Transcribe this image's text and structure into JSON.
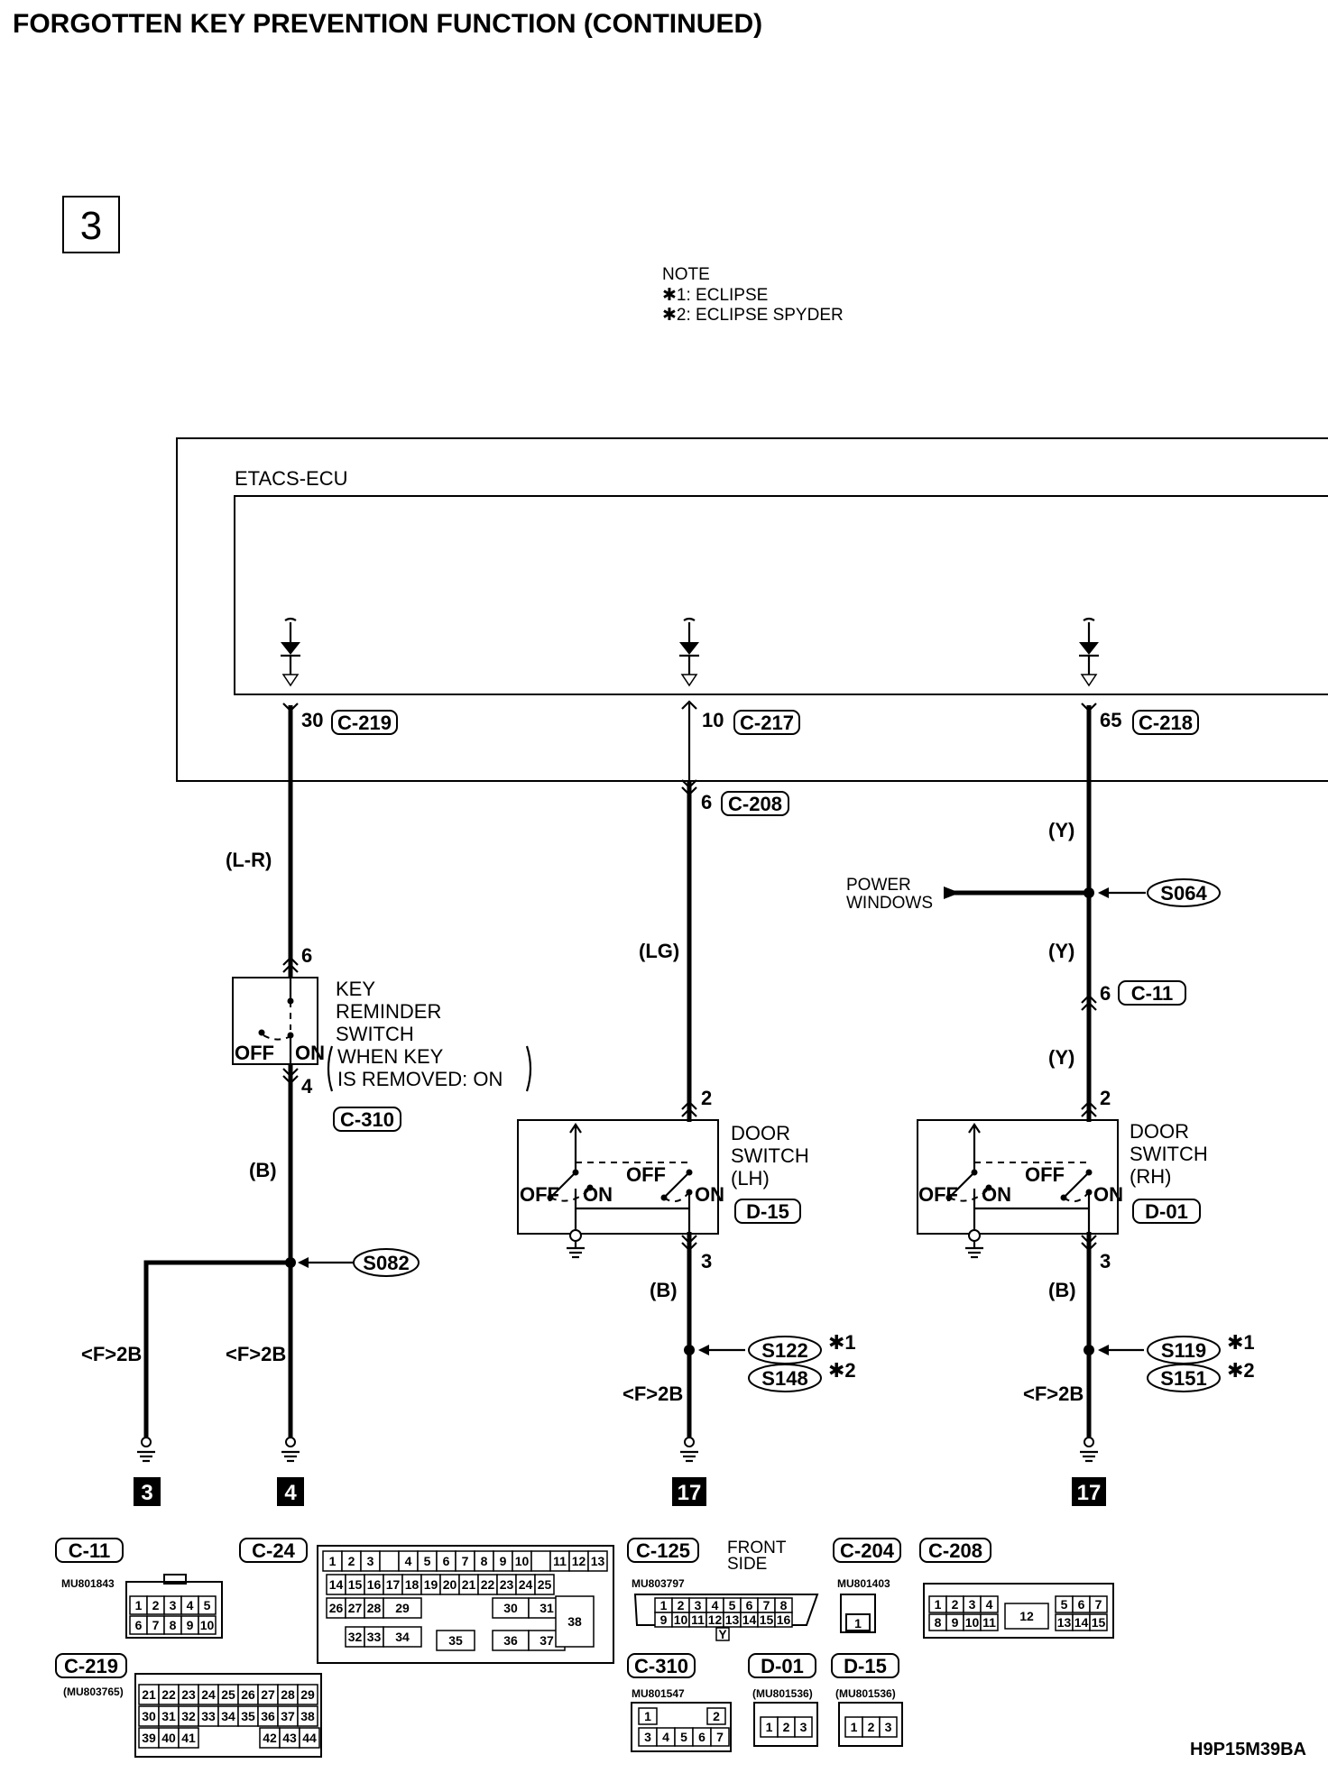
{
  "title": "FORGOTTEN KEY PREVENTION FUNCTION (CONTINUED)",
  "page_number": "3",
  "note": {
    "heading": "NOTE",
    "line1": "✱1: ECLIPSE",
    "line2": "✱2: ECLIPSE SPYDER"
  },
  "ecu": {
    "label": "ETACS-ECU"
  },
  "circuits": {
    "key": {
      "ecu_pin": "30",
      "ecu_conn": "C-219",
      "wire1": "(L-R)",
      "sw_pin_top": "6",
      "sw_pin_bottom": "4",
      "sw_conn": "C-310",
      "wire2": "(B)",
      "splice": "S082",
      "branch_ref": "<F>2B",
      "main_ref": "<F>2B",
      "gnd_branch": "3",
      "gnd_main": "4"
    },
    "lh": {
      "ecu_pin": "10",
      "ecu_conn": "C-217",
      "jc_pin": "6",
      "jc_conn": "C-208",
      "wire1": "(LG)",
      "sw_pin_top": "2",
      "sw_pin_bottom": "3",
      "sw_conn": "D-15",
      "wire2": "(B)",
      "splice1": "S122",
      "splice2": "S148",
      "mark1": "✱1",
      "mark2": "✱2",
      "ref": "<F>2B",
      "gnd": "17"
    },
    "rh": {
      "ecu_pin": "65",
      "ecu_conn": "C-218",
      "wire1": "(Y)",
      "splice_pw": "S064",
      "wire2": "(Y)",
      "jc_pin": "6",
      "jc_conn": "C-11",
      "wire3": "(Y)",
      "sw_pin_top": "2",
      "sw_pin_bottom": "3",
      "sw_conn": "D-01",
      "wire4": "(B)",
      "splice1": "S119",
      "splice2": "S151",
      "mark1": "✱1",
      "mark2": "✱2",
      "ref": "<F>2B",
      "gnd": "17"
    }
  },
  "key_switch": {
    "line1": "KEY",
    "line2": "REMINDER",
    "line3": "SWITCH",
    "cond1": "WHEN KEY",
    "cond2": "IS REMOVED: ON",
    "off": "OFF",
    "on": "ON"
  },
  "power_windows": {
    "line1": "POWER",
    "line2": "WINDOWS"
  },
  "door_lh": {
    "line1": "DOOR",
    "line2": "SWITCH",
    "line3": "(LH)",
    "off": "OFF",
    "on": "ON"
  },
  "door_rh": {
    "line1": "DOOR",
    "line2": "SWITCH",
    "line3": "(RH)",
    "off": "OFF",
    "on": "ON"
  },
  "connectors": {
    "c11": {
      "name": "C-11",
      "part": "MU801843",
      "row1": [
        "1",
        "2",
        "3",
        "4",
        "5"
      ],
      "row2": [
        "6",
        "7",
        "8",
        "9",
        "10"
      ]
    },
    "c24": {
      "name": "C-24",
      "row1": [
        "1",
        "2",
        "3",
        "",
        "4",
        "5",
        "6",
        "7",
        "8",
        "9",
        "10",
        "",
        "11",
        "12",
        "13"
      ],
      "row2": [
        "14",
        "15",
        "16",
        "17",
        "18",
        "19",
        "20",
        "21",
        "22",
        "23",
        "24",
        "25"
      ],
      "row3": [
        "26",
        "27",
        "28",
        "29",
        "30",
        "31"
      ],
      "row4": [
        "32",
        "33",
        "34",
        "35",
        "36",
        "37"
      ],
      "big": "38"
    },
    "c125": {
      "name": "C-125",
      "part": "MU803797",
      "caption1": "FRONT",
      "caption2": "SIDE",
      "row1": [
        "1",
        "2",
        "3",
        "4",
        "5",
        "6",
        "7",
        "8"
      ],
      "row2": [
        "9",
        "10",
        "11",
        "12",
        "13",
        "14",
        "15",
        "16"
      ],
      "key": "Y"
    },
    "c204": {
      "name": "C-204",
      "part": "MU801403",
      "cell": "1"
    },
    "c208": {
      "name": "C-208",
      "row1": [
        "1",
        "2",
        "3",
        "4",
        "5",
        "6",
        "7"
      ],
      "row2": [
        "8",
        "9",
        "10",
        "11",
        "13",
        "14",
        "15"
      ],
      "big": "12"
    },
    "c219": {
      "name": "C-219",
      "part": "(MU803765)",
      "row1": [
        "21",
        "22",
        "23",
        "24",
        "25",
        "26",
        "27",
        "28",
        "29"
      ],
      "row2": [
        "30",
        "31",
        "32",
        "33",
        "34",
        "35",
        "36",
        "37",
        "38"
      ],
      "row3": [
        "39",
        "40",
        "41",
        "42",
        "43",
        "44"
      ]
    },
    "c310": {
      "name": "C-310",
      "part": "MU801547",
      "row1": [
        "1",
        "2"
      ],
      "row2": [
        "3",
        "4",
        "5",
        "6",
        "7"
      ]
    },
    "d01": {
      "name": "D-01",
      "part": "(MU801536)",
      "cells": [
        "1",
        "2",
        "3"
      ]
    },
    "d15": {
      "name": "D-15",
      "part": "(MU801536)",
      "cells": [
        "1",
        "2",
        "3"
      ]
    }
  },
  "figure_code": "H9P15M39BA"
}
